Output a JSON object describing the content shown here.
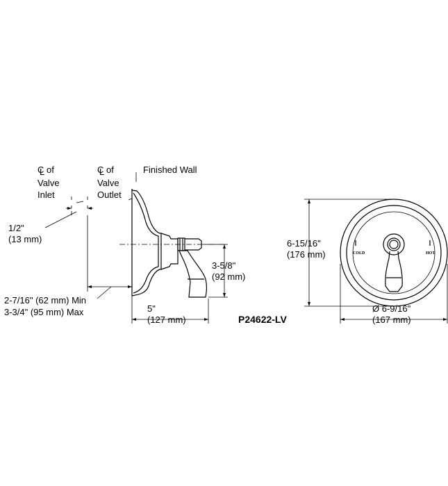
{
  "labels": {
    "cl_symbol": "C",
    "cl_symbol_l": "L",
    "valve_inlet_of": "of",
    "valve_inlet_l1": "Valve",
    "valve_inlet_l2": "Inlet",
    "valve_outlet_of": "of",
    "valve_outlet_l1": "Valve",
    "valve_outlet_l2": "Outlet",
    "finished_wall": "Finished Wall",
    "half_in": "1/2\"",
    "half_mm": "(13 mm)",
    "depth_min": "2-7/16\" (62 mm) Min",
    "depth_max": "3-3/4\" (95 mm) Max",
    "handle_in": "3-5/8\"",
    "handle_mm": "(92 mm)",
    "proj_in": "5\"",
    "proj_mm": "(127 mm)",
    "model": "P24622-LV",
    "height_in": "6-15/16\"",
    "height_mm": "(176 mm)",
    "dia_in": "Ø 6-9/16\"",
    "dia_mm": "(167 mm)",
    "cold": "COLD",
    "hot": "HOT"
  }
}
